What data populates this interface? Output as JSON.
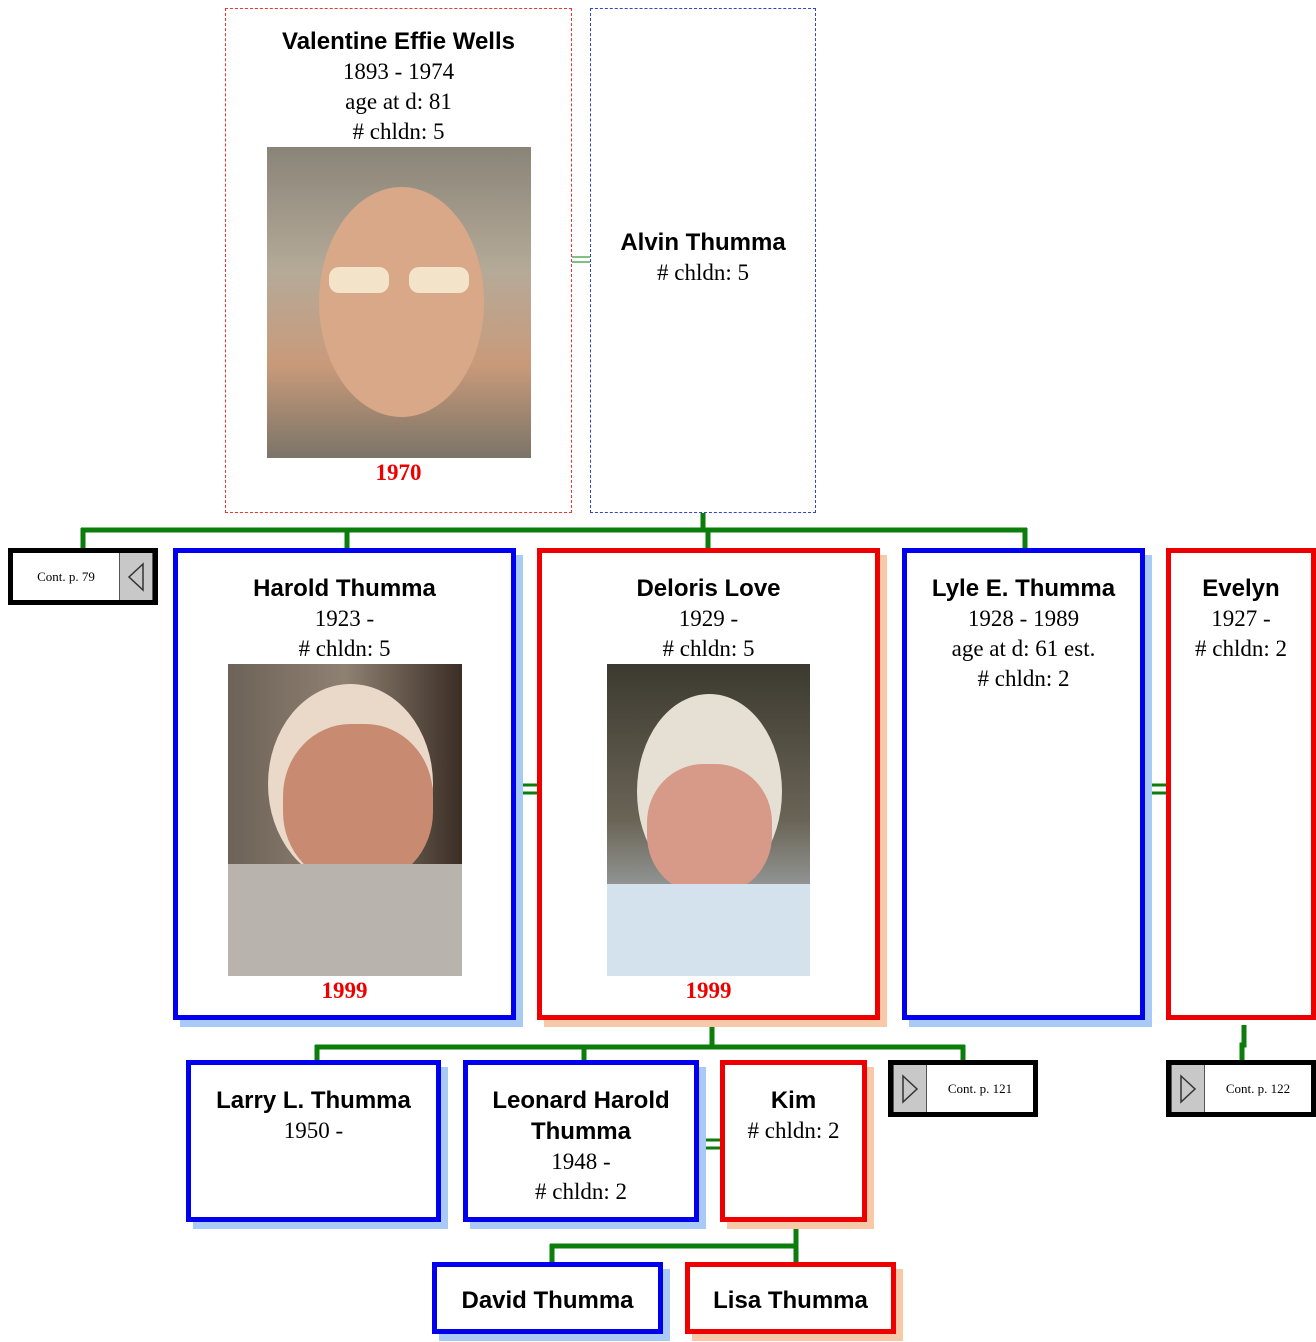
{
  "colors": {
    "male": "#0000ee",
    "female": "#ee0000",
    "connector": "#0a7d0a"
  },
  "grandparents": {
    "mother": {
      "name": "Valentine Effie Wells",
      "dates": "1893 - 1974",
      "age": "age at d: 81",
      "children": "# chldn: 5",
      "photo_year": "1970"
    },
    "father": {
      "name": "Alvin Thumma",
      "children": "# chldn: 5"
    }
  },
  "children": {
    "harold": {
      "name": "Harold Thumma",
      "dates": "1923 -",
      "children": "# chldn: 5",
      "photo_year": "1999"
    },
    "deloris": {
      "name": "Deloris Love",
      "dates": "1929 -",
      "children": "# chldn: 5",
      "photo_year": "1999"
    },
    "lyle": {
      "name": "Lyle E. Thumma",
      "dates": "1928 - 1989",
      "age": "age at d: 61 est.",
      "children": "# chldn: 2"
    },
    "evelyn": {
      "name": "Evelyn",
      "dates": "1927 -",
      "children": "# chldn: 2"
    }
  },
  "grandchildren": {
    "larry": {
      "name": "Larry L. Thumma",
      "dates": "1950 -"
    },
    "leonard": {
      "name": "Leonard Harold Thumma",
      "dates": "1948 -",
      "children": "# chldn: 2"
    },
    "kim": {
      "name": "Kim",
      "children": "# chldn: 2"
    }
  },
  "great_grandchildren": {
    "david": {
      "name": "David Thumma"
    },
    "lisa": {
      "name": "Lisa Thumma"
    }
  },
  "continuations": {
    "left": "Cont. p. 79",
    "middle": "Cont. p. 121",
    "right": "Cont. p. 122"
  }
}
